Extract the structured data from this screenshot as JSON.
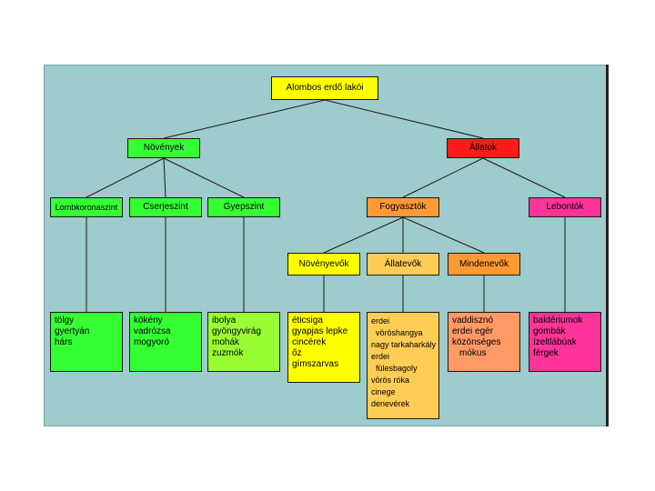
{
  "colors": {
    "background_panel": "#9ecbcb",
    "yellow": "#ffff00",
    "green": "#33ff33",
    "red": "#ff1a1a",
    "orange": "#ff9933",
    "pink": "#ff3399",
    "light_green": "#99ff33",
    "light_orange": "#ffcc55",
    "salmon": "#ff9966"
  },
  "diagram": {
    "root": "Alombos erdő lakói",
    "level1": {
      "plants": "Növények",
      "animals": "Állatok"
    },
    "plant_levels": {
      "canopy": "Lombkoronaszint",
      "shrub": "Cserjeszint",
      "herb": "Gyepszint"
    },
    "animal_groups": {
      "consumers": "Fogyasztók",
      "decomposers": "Lebontók"
    },
    "consumer_types": {
      "herbivores": "Növényevők",
      "carnivores": "Állatevők",
      "omnivores": "Mindenevők"
    },
    "examples": {
      "canopy": [
        "tölgy",
        "gyertyán",
        "hárs"
      ],
      "shrub": [
        "kökény",
        "vadrózsa",
        "mogyoró"
      ],
      "herb": [
        "ibolya",
        "gyöngyvirág",
        "mohák",
        "zuzmók"
      ],
      "herbivores": [
        "éticsiga",
        "gyapjas lepke",
        "cincérek",
        "őz",
        "gímszarvas"
      ],
      "carnivores": [
        "erdei",
        "vöröshangya",
        "nagy tarkaharkály",
        "erdei",
        "fülesbagoly",
        "vörös róka",
        "cinege",
        "denevérek"
      ],
      "omnivores": [
        "vaddisznó",
        "erdei egér",
        "közönséges",
        "mókus"
      ],
      "decomposers": [
        "baktériumok",
        "gombák",
        "ízeltlábúak",
        "férgek"
      ]
    }
  }
}
